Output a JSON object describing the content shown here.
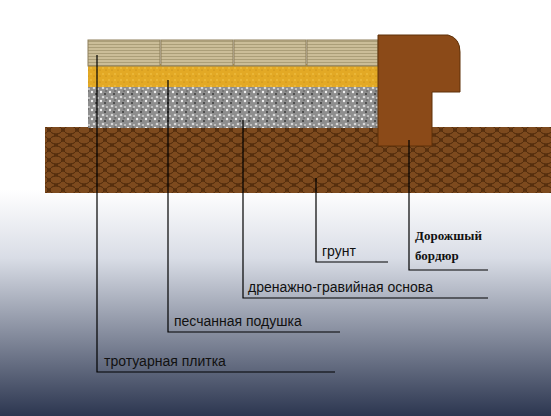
{
  "diagram": {
    "labels": [
      "грунт",
      "Дорожшый бордюр",
      "дренажно-гравийная основа",
      "песчанная подушка",
      "тротуарная плитка"
    ]
  }
}
